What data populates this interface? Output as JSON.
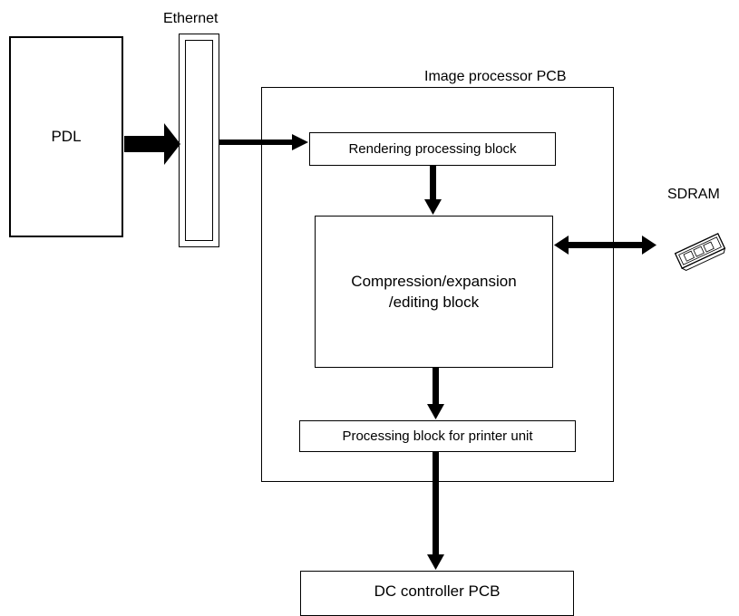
{
  "diagram": {
    "nodes": {
      "pdl": "PDL",
      "ethernet": "Ethernet",
      "image_processor": "Image processor PCB",
      "rendering": "Rendering processing block",
      "compression_line1": "Compression/expansion",
      "compression_line2": "/editing block",
      "printer_block": "Processing block for printer unit",
      "sdram": "SDRAM",
      "dc_controller": "DC controller PCB"
    },
    "icons": {
      "sdram": "memory-module-icon"
    }
  }
}
